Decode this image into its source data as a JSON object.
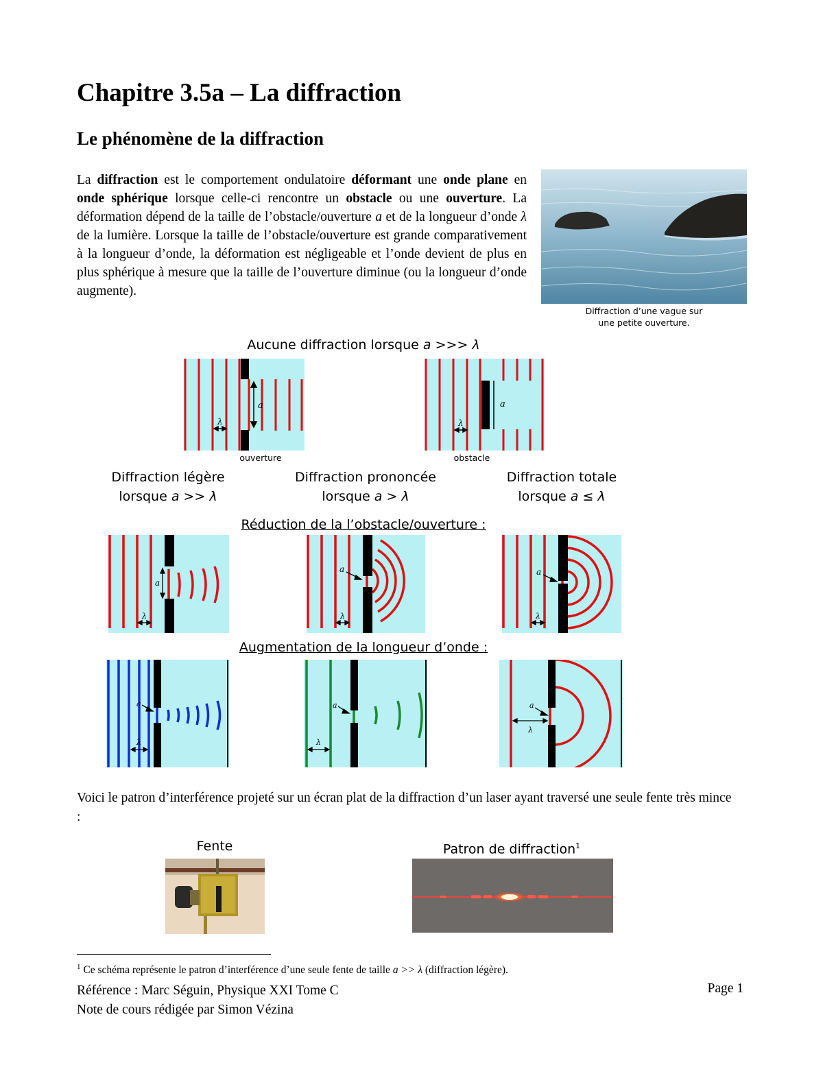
{
  "title": "Chapitre 3.5a – La diffraction",
  "section": "Le phénomène de la diffraction",
  "intro": {
    "t1": "La ",
    "b1": "diffraction",
    "t2": " est le comportement ondulatoire ",
    "b2": "déformant",
    "t3": " une ",
    "b3": "onde plane",
    "t4": " en ",
    "b4": "onde sphérique",
    "t5": " lorsque celle-ci rencontre un ",
    "b5": "obstacle",
    "t6": " ou une ",
    "b6": "ouverture",
    "t7": ". La déformation dépend de la taille de l’obstacle/ouverture ",
    "v1": "a",
    "t8": " et de la longueur d’onde ",
    "v2": "λ",
    "t9": " de la lumière. Lorsque la taille de l’obstacle/ouverture est grande comparativement à la longueur d’onde, la déformation est négligeable et  l’onde devient de plus en plus sphérique à mesure que la taille de l’ouverture diminue (ou la longueur d’onde augmente)."
  },
  "photo_caption_1": "Diffraction d’une vague sur",
  "photo_caption_2": "une petite ouverture.",
  "no_diff": {
    "text": "Aucune diffraction lorsque ",
    "cond": "a >>> λ"
  },
  "label_ouverture": "ouverture",
  "label_obstacle": "obstacle",
  "sym_a": "a",
  "sym_lambda": "λ",
  "cases": [
    {
      "t1": "Diffraction légère",
      "t2": "lorsque ",
      "cond": "a >> λ"
    },
    {
      "t1": "Diffraction prononcée",
      "t2": "lorsque ",
      "cond": "a > λ"
    },
    {
      "t1": "Diffraction totale",
      "t2": "lorsque ",
      "cond": "a ≤ λ"
    }
  ],
  "reduction_title": "Réduction de la l’obstacle/ouverture :",
  "augmentation_title": "Augmentation de la longueur d’onde :",
  "pattern_text": "Voici le patron d’interférence projeté sur un écran plat de la diffraction d’un laser ayant traversé une seule fente très mince :",
  "fente_label": "Fente",
  "patron_label": "Patron de diffraction",
  "footnote_mark": "1",
  "footnote": {
    "t1": "Ce schéma représente le patron d’interférence d’une seule fente de taille ",
    "cond": "a >> λ",
    "t2": " (diffraction légère)."
  },
  "reference": "Référence : Marc Séguin, Physique XXI Tome C",
  "note": "Note de cours rédigée par Simon Vézina",
  "page": "Page 1",
  "colors": {
    "water": "#b8f0f4",
    "red": "#e01010",
    "blue": "#1030d0",
    "green": "#1a8a2a"
  }
}
